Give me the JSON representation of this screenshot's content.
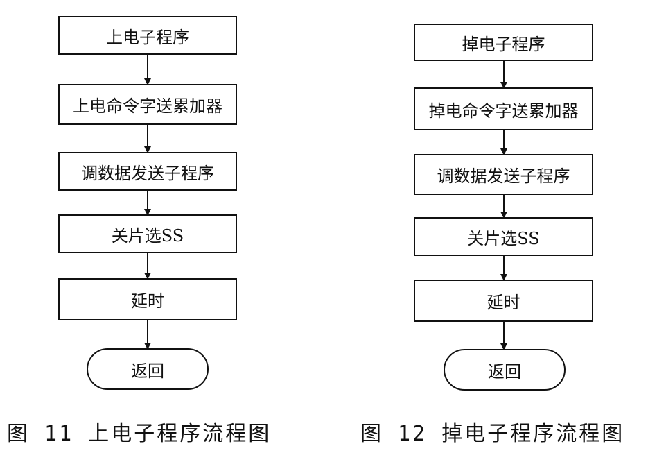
{
  "flowchart_left": {
    "steps": [
      "上电子程序",
      "上电命令字送累加器",
      "调数据发送子程序",
      "关片选SS",
      "延时"
    ],
    "terminal": "返回",
    "caption": "图 11  上电子程序流程图"
  },
  "flowchart_right": {
    "steps": [
      "掉电子程序",
      "掉电命令字送累加器",
      "调数据发送子程序",
      "关片选SS",
      "延时"
    ],
    "terminal": "返回",
    "caption": "图 12  掉电子程序流程图"
  }
}
